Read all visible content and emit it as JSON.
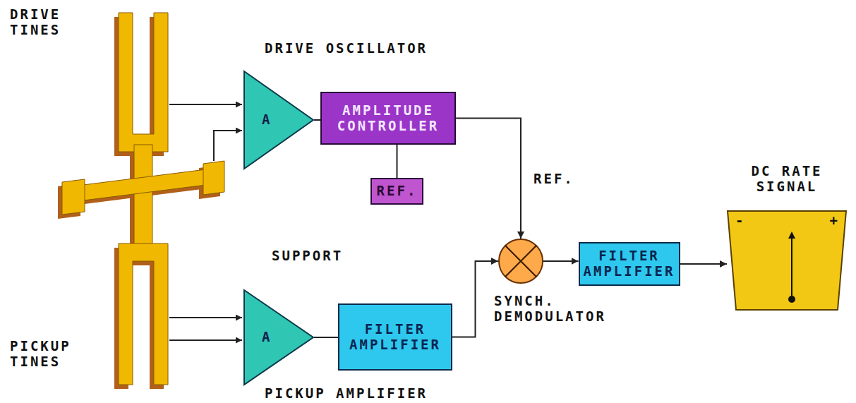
{
  "diagram": {
    "nodes": [
      {
        "text": [
          "A"
        ]
      },
      {
        "text": [
          "AMPLITUDE CONTROLLER"
        ]
      },
      {
        "text": [
          "REF."
        ]
      },
      {
        "text": [
          "A"
        ]
      },
      {
        "text": [
          "FILTER AMPLIFIER"
        ]
      },
      {
        "text": [
          "SYNCH. DEMODULATOR"
        ]
      },
      {
        "text": [
          "FILTER AMPLIFIER"
        ]
      },
      {
        "text": [
          "DC RATE SIGNAL",
          "-",
          "+"
        ]
      }
    ],
    "edges": [
      {
        "from": 0,
        "to": 1,
        "arrow": "none"
      },
      {
        "from": 2,
        "to": 1,
        "arrow": "none"
      },
      {
        "from": 1,
        "to": 5,
        "arrow": "to",
        "label": "REF."
      },
      {
        "from": 3,
        "to": 4,
        "arrow": "none"
      },
      {
        "from": 4,
        "to": 5,
        "arrow": "to"
      },
      {
        "from": 5,
        "to": 6,
        "arrow": "to"
      },
      {
        "from": 6,
        "to": 7,
        "arrow": "to"
      }
    ],
    "labels": [
      "DRIVE TINES",
      "DRIVE OSCILLATOR",
      "SUPPORT",
      "PICKUP TINES",
      "PICKUP AMPLIFIER"
    ]
  }
}
